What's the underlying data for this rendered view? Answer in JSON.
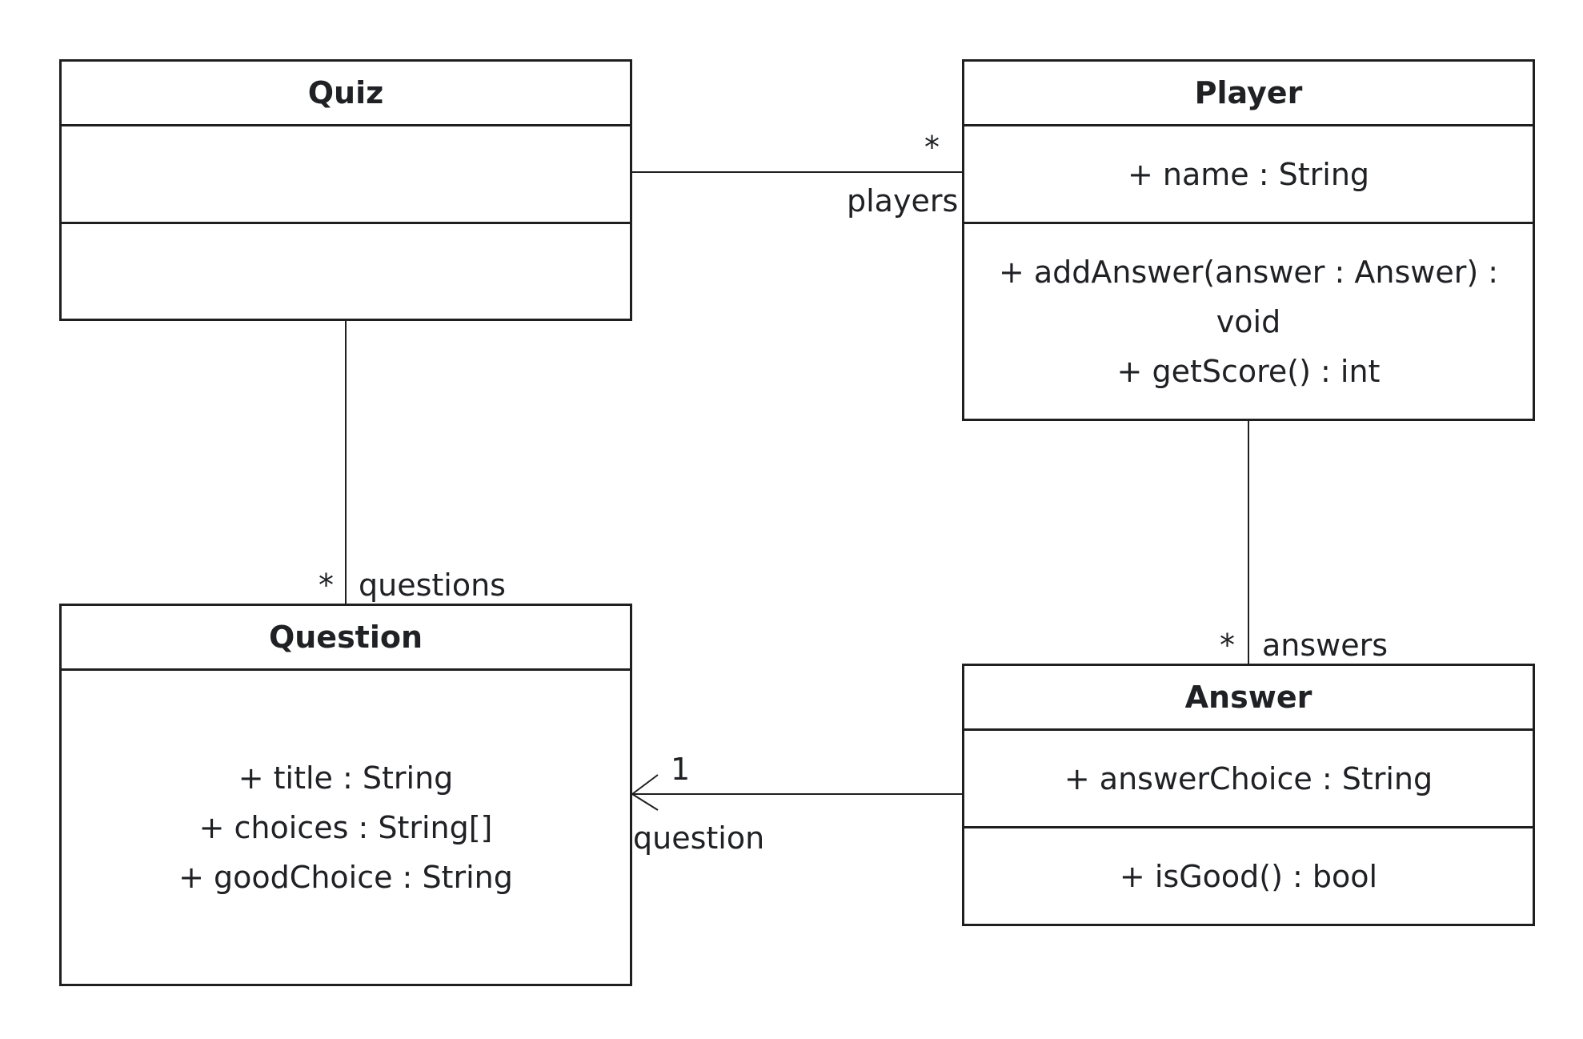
{
  "classes": {
    "quiz": {
      "name": "Quiz",
      "attributes": [],
      "operations": []
    },
    "player": {
      "name": "Player",
      "attributes": [
        "+ name : String"
      ],
      "operations": [
        "+ addAnswer(answer : Answer) :",
        "void",
        "+ getScore() : int"
      ]
    },
    "question": {
      "name": "Question",
      "attributes": [
        "+ title : String",
        "+ choices : String[]",
        "+ goodChoice : String"
      ],
      "operations": []
    },
    "answer": {
      "name": "Answer",
      "attributes": [
        "+ answerChoice : String"
      ],
      "operations": [
        "+ isGood() : bool"
      ]
    }
  },
  "associations": {
    "quiz_player": {
      "multiplicity": "*",
      "role": "players"
    },
    "quiz_question": {
      "multiplicity": "*",
      "role": "questions"
    },
    "player_answer": {
      "multiplicity": "*",
      "role": "answers"
    },
    "answer_question": {
      "multiplicity": "1",
      "role": "question"
    }
  },
  "colors": {
    "stroke": "#1f1f1f",
    "text": "#202124",
    "background": "#ffffff"
  }
}
